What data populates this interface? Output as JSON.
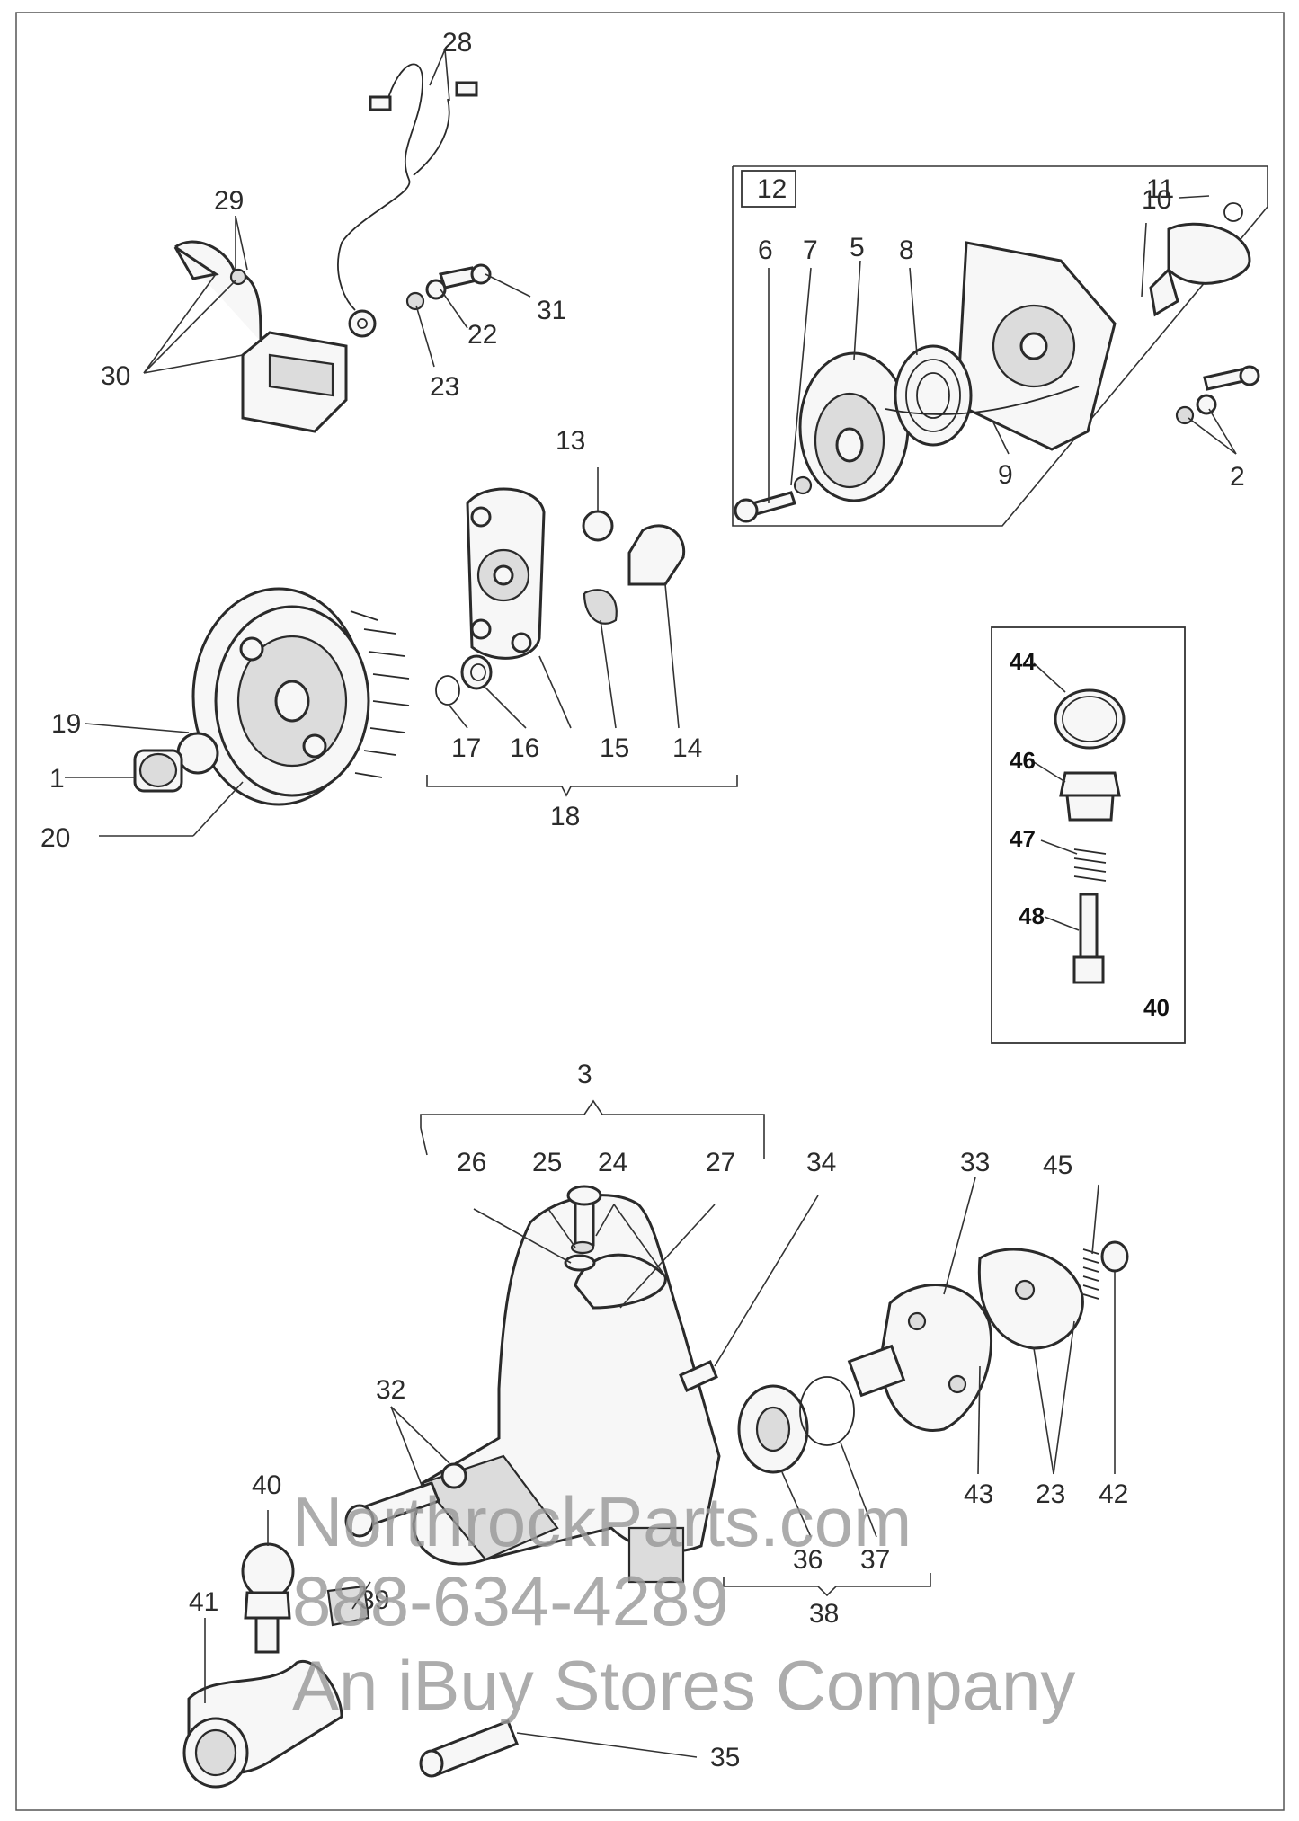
{
  "labels": {
    "l1": "1",
    "l2": "2",
    "l3": "3",
    "l5": "5",
    "l6": "6",
    "l7": "7",
    "l8": "8",
    "l9": "9",
    "l10": "10",
    "l11": "11",
    "l12": "12",
    "l13": "13",
    "l14": "14",
    "l15": "15",
    "l16": "16",
    "l17": "17",
    "l18": "18",
    "l19": "19",
    "l20": "20",
    "l22": "22",
    "l23": "23",
    "l23b": "23",
    "l24": "24",
    "l25": "25",
    "l26": "26",
    "l27": "27",
    "l28": "28",
    "l29": "29",
    "l30": "30",
    "l31": "31",
    "l32": "32",
    "l33": "33",
    "l34": "34",
    "l35": "35",
    "l36": "36",
    "l37": "37",
    "l38": "38",
    "l39": "39",
    "l40": "40",
    "l40b": "40",
    "l41": "41",
    "l42": "42",
    "l43": "43",
    "l44": "44",
    "l45": "45",
    "l46": "46",
    "l47": "47",
    "l48": "48"
  },
  "watermark": {
    "line1": "NorthrockParts.com",
    "line2": "888-634-4289",
    "line3": "An iBuy Stores Company"
  }
}
